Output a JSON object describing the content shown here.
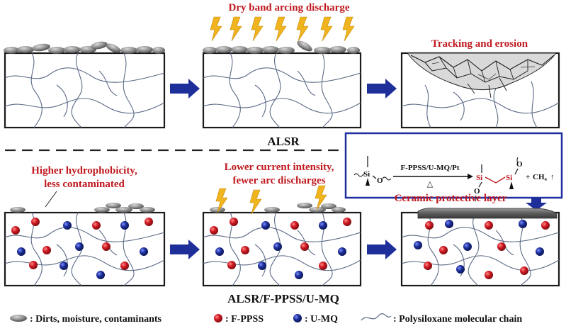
{
  "labels": {
    "dry_band": "Dry band arcing discharge",
    "tracking": "Tracking and erosion",
    "alsr": "ALSR",
    "higher_hydro_1": "Higher hydrophobicity,",
    "higher_hydro_2": "less contaminated",
    "lower_current_1": "Lower current intensity,",
    "lower_current_2": "fewer arc discharges",
    "ceramic": "Ceramic protective layer",
    "composite": "ALSR/F-PPSS/U-MQ"
  },
  "reaction": {
    "reagent": "F-PPSS/U-MQ/Pt",
    "heat": "△",
    "si": "Si",
    "o": "O",
    "plus": "+",
    "ch4": "CH₄",
    "gas_arrow": "↑"
  },
  "legend": {
    "dirt": ": Dirts, moisture, contaminants",
    "fppss": ": F-PPSS",
    "umq": ": U-MQ",
    "chain": ": Polysiloxane molecular chain"
  },
  "colors": {
    "red_particle": "#d01a22",
    "blue_particle": "#1c2f9a",
    "arrow": "#1e2f9a",
    "bolt": "#f0b41e",
    "label_red": "#c0191f",
    "dirt": "#8c8c8c",
    "box_border": "#1f2f9f"
  }
}
